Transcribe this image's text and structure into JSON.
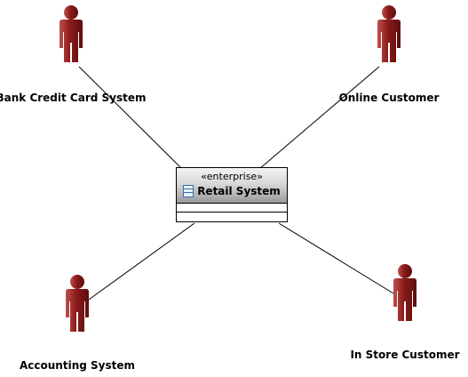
{
  "diagram": {
    "actor_color": "#8b1a1a",
    "actor_highlight": "#c05050",
    "line_color": "#000000",
    "actors": [
      {
        "id": "bank",
        "name": "Bank Credit Card System"
      },
      {
        "id": "online",
        "name": "Online Customer"
      },
      {
        "id": "accounting",
        "name": "Accounting System"
      },
      {
        "id": "instore",
        "name": "In Store Customer"
      }
    ],
    "system": {
      "stereotype": "«enterprise»",
      "name": "Retail System",
      "icon": "class-icon"
    }
  }
}
